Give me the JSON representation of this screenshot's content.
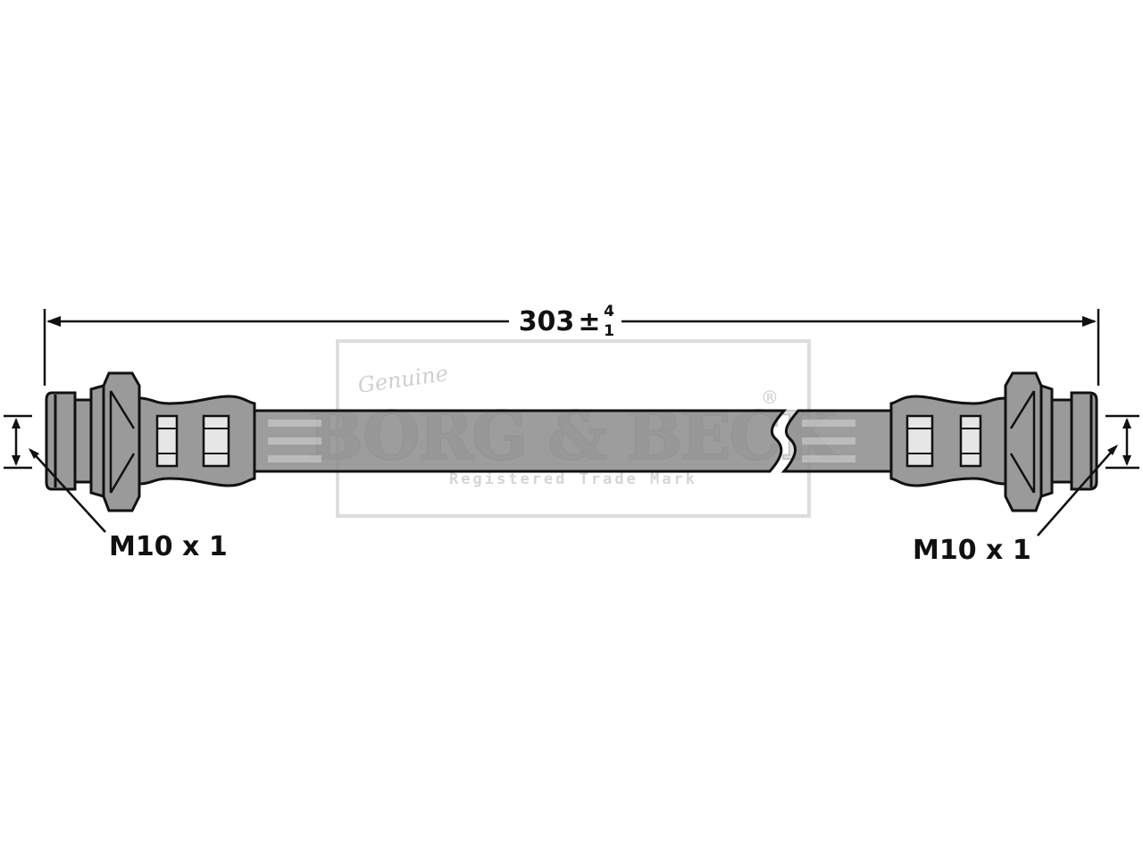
{
  "dimension": {
    "nominal": "303",
    "pm": "±",
    "tol_upper": "4",
    "tol_lower": "1"
  },
  "thread_left": "M10 x 1",
  "thread_right": "M10 x 1",
  "watermark": {
    "script": "Genuine",
    "brand": "BORG & BECK",
    "reg": "®",
    "tagline": "Registered Trade Mark"
  },
  "colors": {
    "line": "#111111",
    "hose_fill": "#8c8c8c",
    "fitting_fill": "#9a9a9a",
    "watermark": "#b9b9b9"
  }
}
